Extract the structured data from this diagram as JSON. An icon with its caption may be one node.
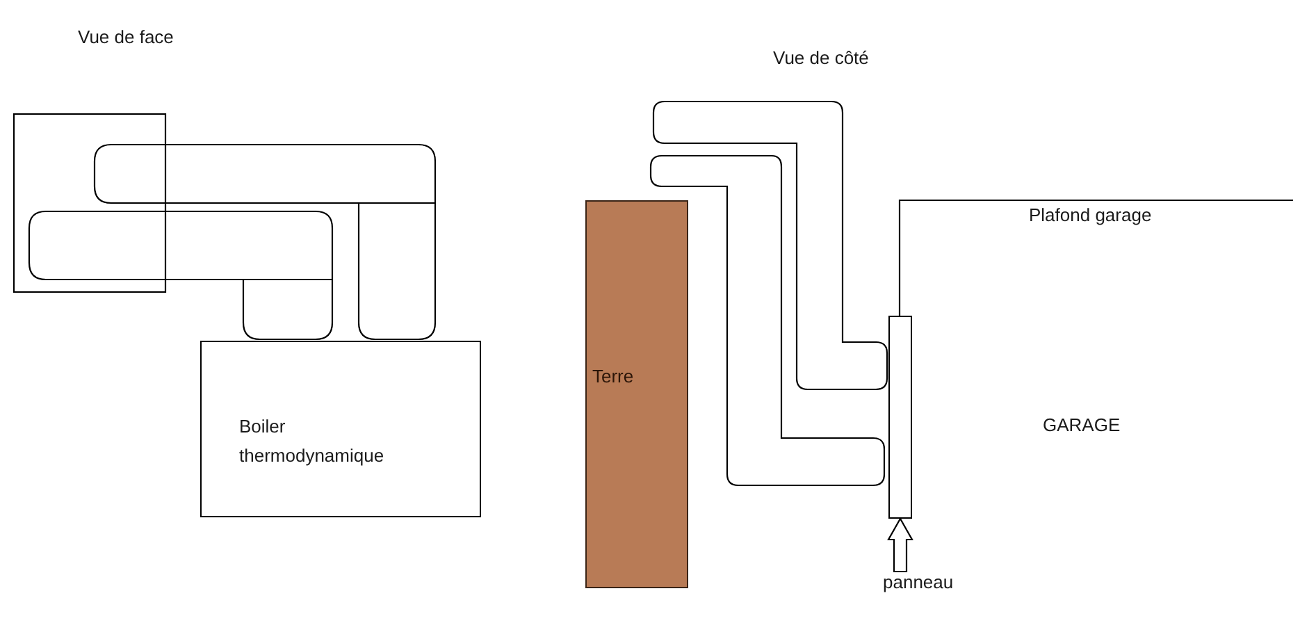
{
  "diagram": {
    "nodes": [
      {
        "text": [
          "Boiler thermodynamique"
        ]
      },
      {
        "text": [
          "Terre"
        ]
      },
      {
        "text": [],
        "shape": "bar"
      },
      {
        "text": [
          "panneau"
        ]
      }
    ],
    "edges": [
      {
        "from": 3,
        "to": 2,
        "arrow": "to"
      }
    ],
    "labels": [
      "Vue de face",
      "Vue de côté",
      "Plafond garage",
      "GARAGE"
    ]
  }
}
